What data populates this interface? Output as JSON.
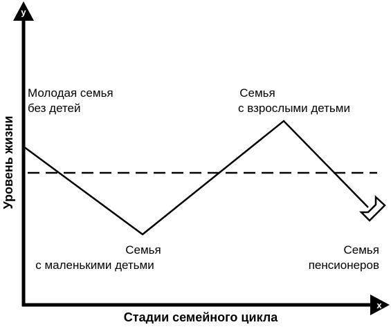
{
  "axes": {
    "y_letter": "у",
    "x_letter": "х",
    "y_label": "Уровень жизни",
    "x_label": "Стадии семейного цикла"
  },
  "stages": [
    {
      "line1": "Молодая семья",
      "line2": "без детей"
    },
    {
      "line1": "Семья",
      "line2": "с маленькими детьми"
    },
    {
      "line1": "Семья",
      "line2": "с взрослыми детьми"
    },
    {
      "line1": "Семья",
      "line2": "пенсионеров"
    }
  ],
  "colors": {
    "ink": "#000000",
    "paper": "#ffffff"
  }
}
